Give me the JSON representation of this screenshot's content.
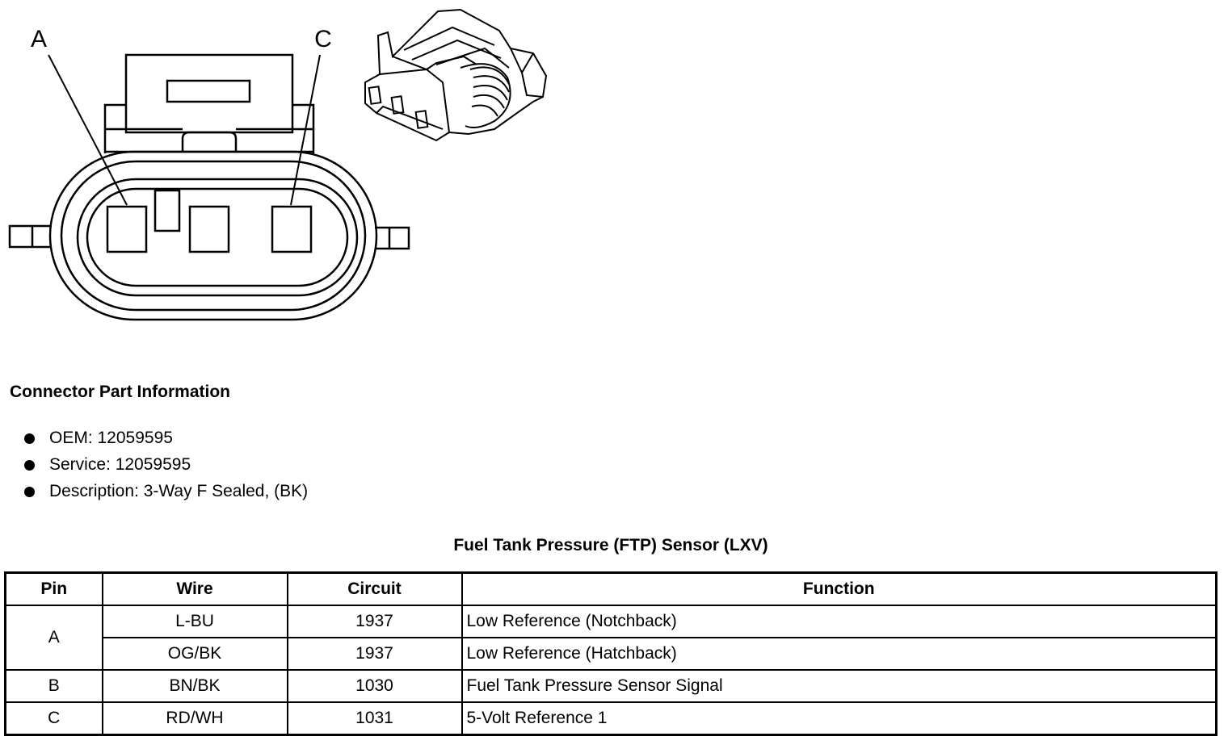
{
  "diagram": {
    "pin_labels": [
      "A",
      "C"
    ]
  },
  "connector_info": {
    "title": "Connector Part Information",
    "items": [
      "OEM: 12059595",
      "Service: 12059595",
      "Description: 3-Way F Sealed, (BK)"
    ]
  },
  "table": {
    "title": "Fuel Tank Pressure (FTP) Sensor (LXV)",
    "headers": [
      "Pin",
      "Wire",
      "Circuit",
      "Function"
    ],
    "rows": [
      {
        "pin": "A",
        "wire": "L-BU",
        "circuit": "1937",
        "function": "Low Reference (Notchback)"
      },
      {
        "pin": "",
        "wire": "OG/BK",
        "circuit": "1937",
        "function": "Low Reference (Hatchback)"
      },
      {
        "pin": "B",
        "wire": "BN/BK",
        "circuit": "1030",
        "function": "Fuel Tank Pressure Sensor Signal"
      },
      {
        "pin": "C",
        "wire": "RD/WH",
        "circuit": "1031",
        "function": "5-Volt Reference 1"
      }
    ]
  }
}
